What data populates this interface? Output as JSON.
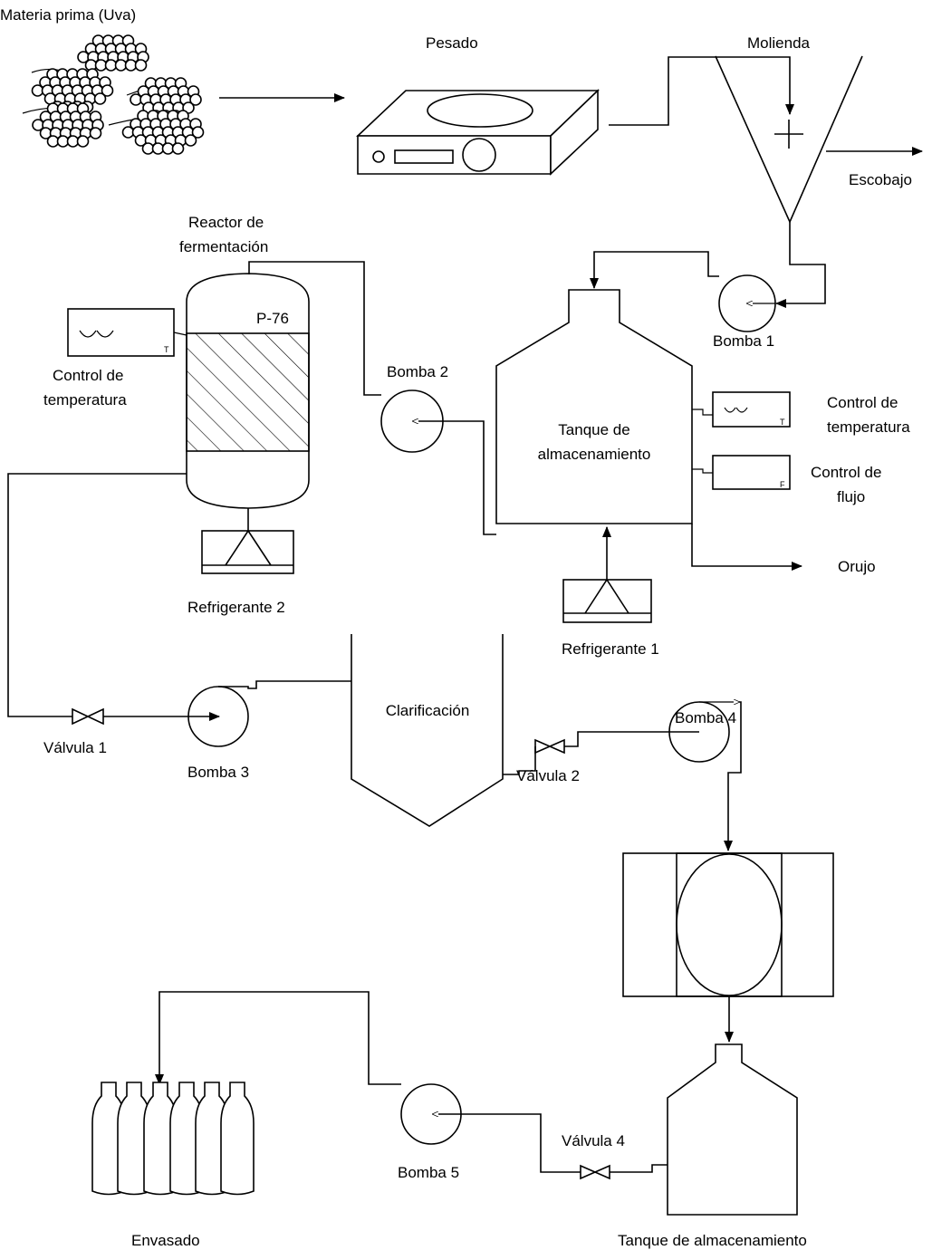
{
  "labels": {
    "raw_material": "Materia prima (Uva)",
    "weighing": "Pesado",
    "milling": "Molienda",
    "stems": "Escobajo",
    "reactor_line1": "Reactor de",
    "reactor_line2": "fermentación",
    "reactor_tag": "P-76",
    "temp_control_left_line1": "Control de",
    "temp_control_left_line2": "temperatura",
    "pump1": "Bomba 1",
    "pump2": "Bomba 2",
    "tank1_line1": "Tanque de",
    "tank1_line2": "almacenamiento",
    "temp_control_right_line1": "Control de",
    "temp_control_right_line2": "temperatura",
    "flow_control_line1": "Control de",
    "flow_control_line2": "flujo",
    "pomace": "Orujo",
    "coolant1": "Refrigerante 1",
    "coolant2": "Refrigerante 2",
    "clarification": "Clarificación",
    "valve1": "Válvula 1",
    "pump3": "Bomba 3",
    "valve2": "Válvula 2",
    "pump4": "Bomba 4",
    "bottling": "Envasado",
    "pump5": "Bomba 5",
    "valve4": "Válvula 4",
    "tank2": "Tanque de almacenamiento",
    "controller_temp_tag": "T",
    "controller_flow_tag": "F"
  },
  "icons": [
    "grape-cluster-icon",
    "scale-icon",
    "hopper-icon",
    "pump-icon",
    "valve-icon",
    "cooler-icon",
    "bottle-icon",
    "controller-icon"
  ]
}
